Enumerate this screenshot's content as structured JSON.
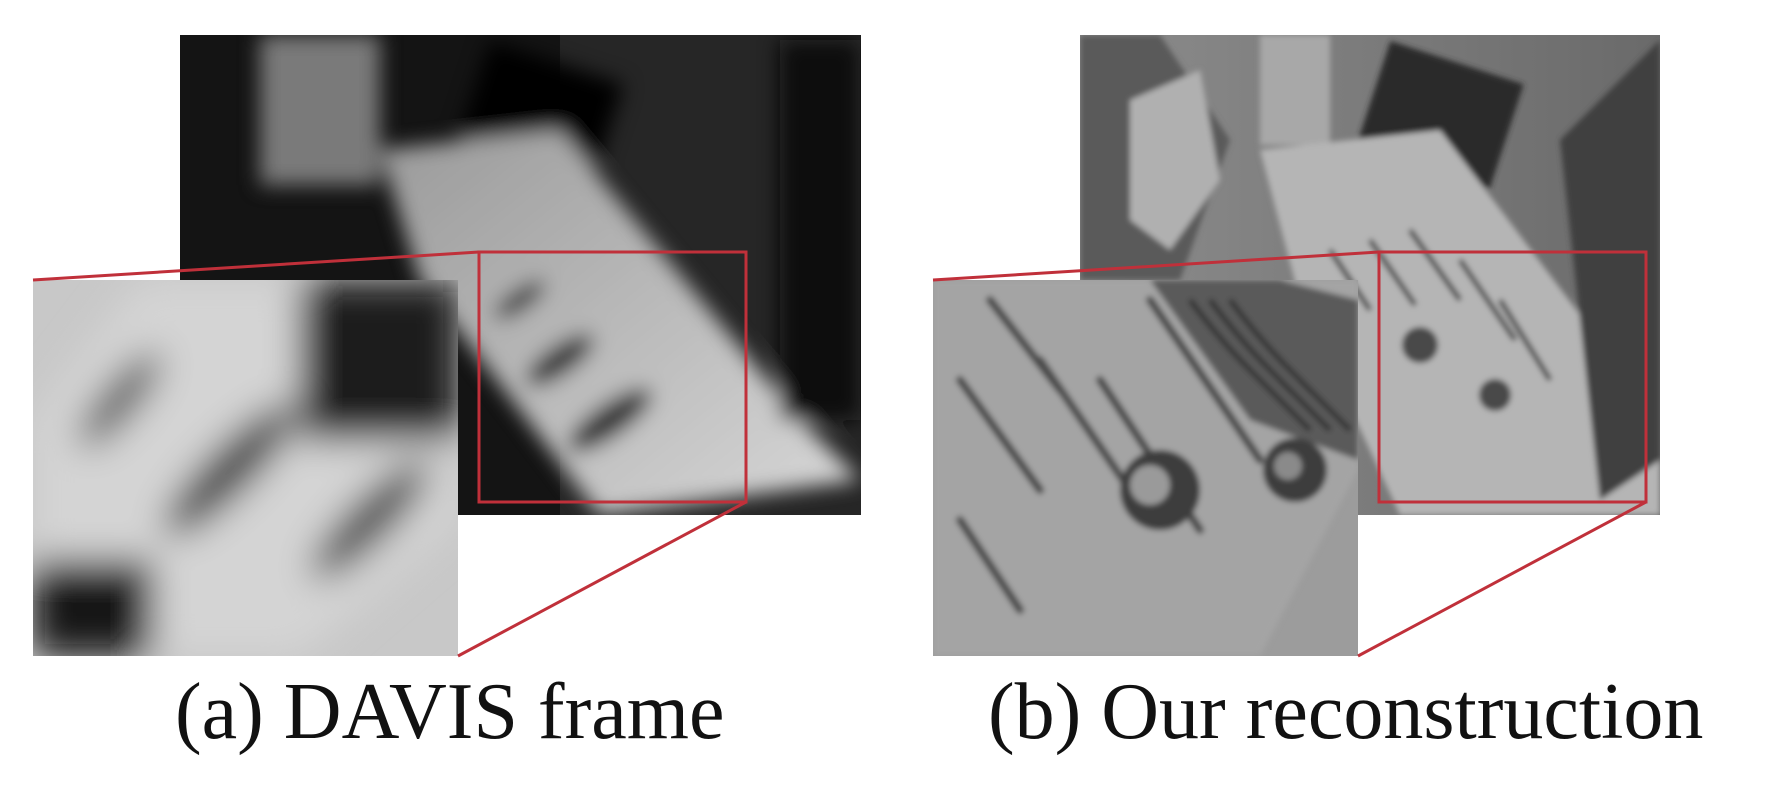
{
  "figure": {
    "panels": [
      {
        "id": "a",
        "caption": "(a) DAVIS frame",
        "image_kind": "blurred-grayscale-frame"
      },
      {
        "id": "b",
        "caption": "(b) Our reconstruction",
        "image_kind": "sharp-reconstruction"
      }
    ],
    "zoom_highlight_color": "#c0303a"
  }
}
